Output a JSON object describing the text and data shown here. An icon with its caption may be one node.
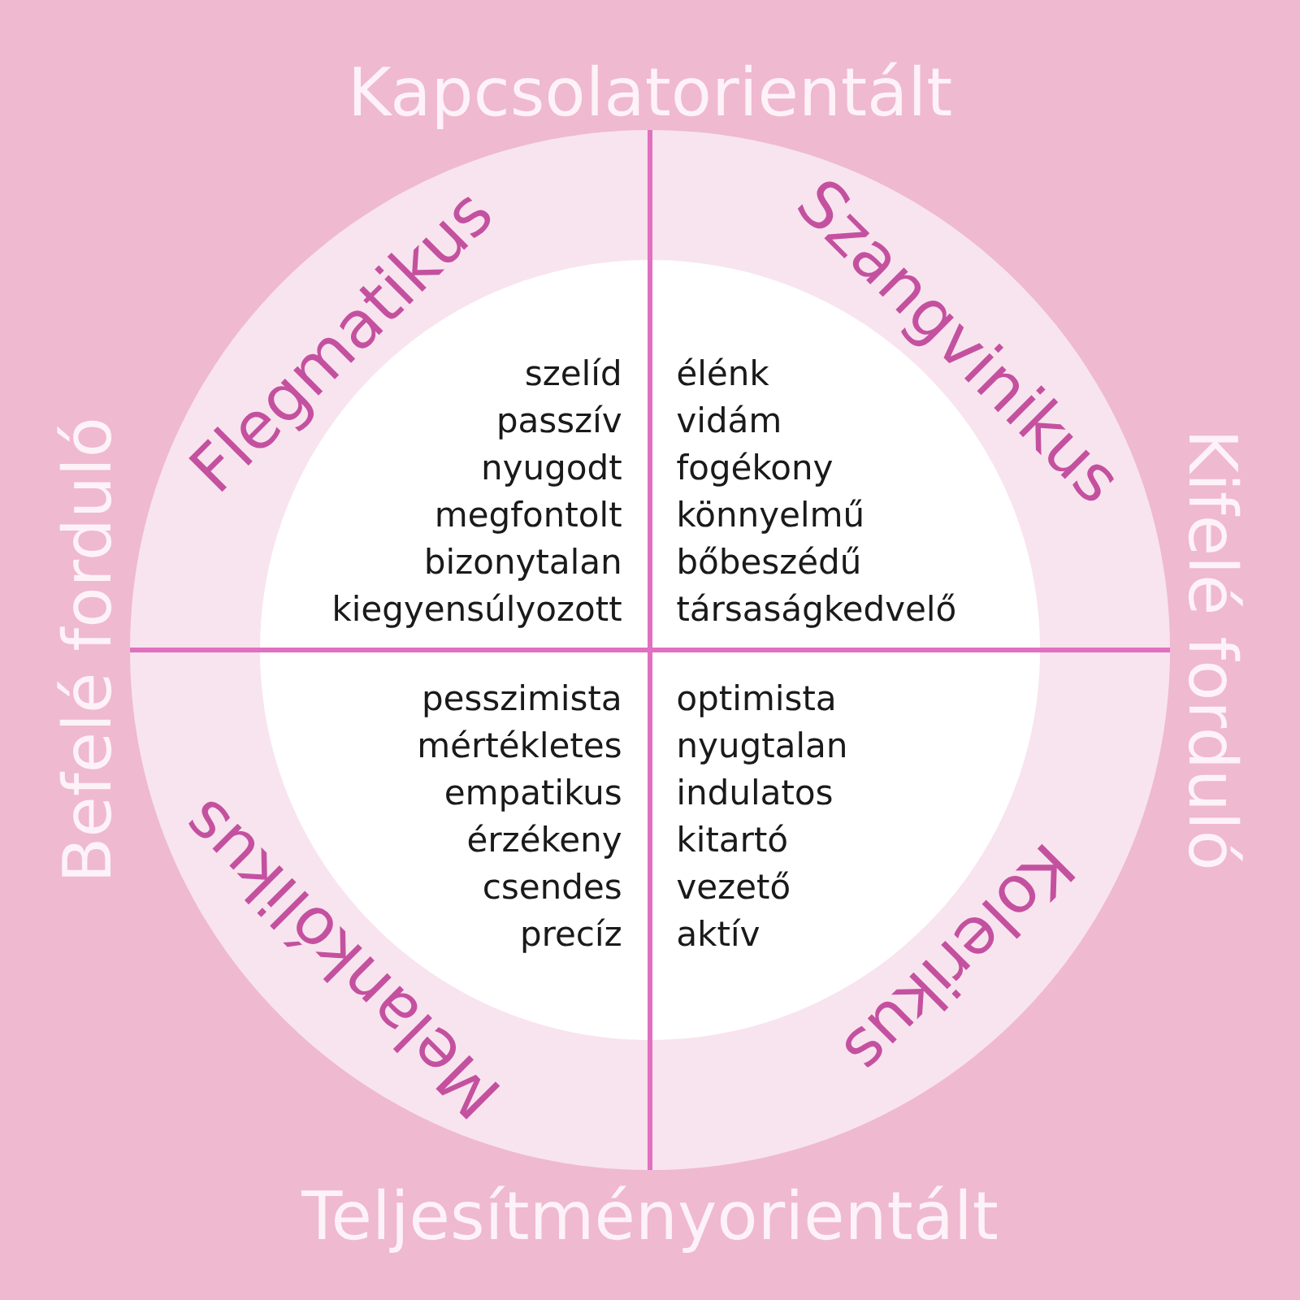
{
  "diagram": {
    "nodes": [
      {
        "text": [
          "Flegmatikus",
          "szelíd",
          "passzív",
          "nyugodt",
          "megfontolt",
          "bizonytalan",
          "kiegyensúlyozott"
        ]
      },
      {
        "text": [
          "Szangvinikus",
          "élénk",
          "vidám",
          "fogékony",
          "könnyelmű",
          "bőbeszédű",
          "társaságkedvelő"
        ]
      },
      {
        "text": [
          "Melankólikus",
          "pesszimista",
          "mértékletes",
          "empatikus",
          "érzékeny",
          "csendes",
          "precíz"
        ]
      },
      {
        "text": [
          "Kolerikus",
          "optimista",
          "nyugtalan",
          "indulatos",
          "kitartó",
          "vezető",
          "aktív"
        ]
      }
    ],
    "labels": [
      "Kapcsolatorientált",
      "Befelé forduló",
      "Kifelé forduló",
      "Teljesítményorientált"
    ]
  }
}
